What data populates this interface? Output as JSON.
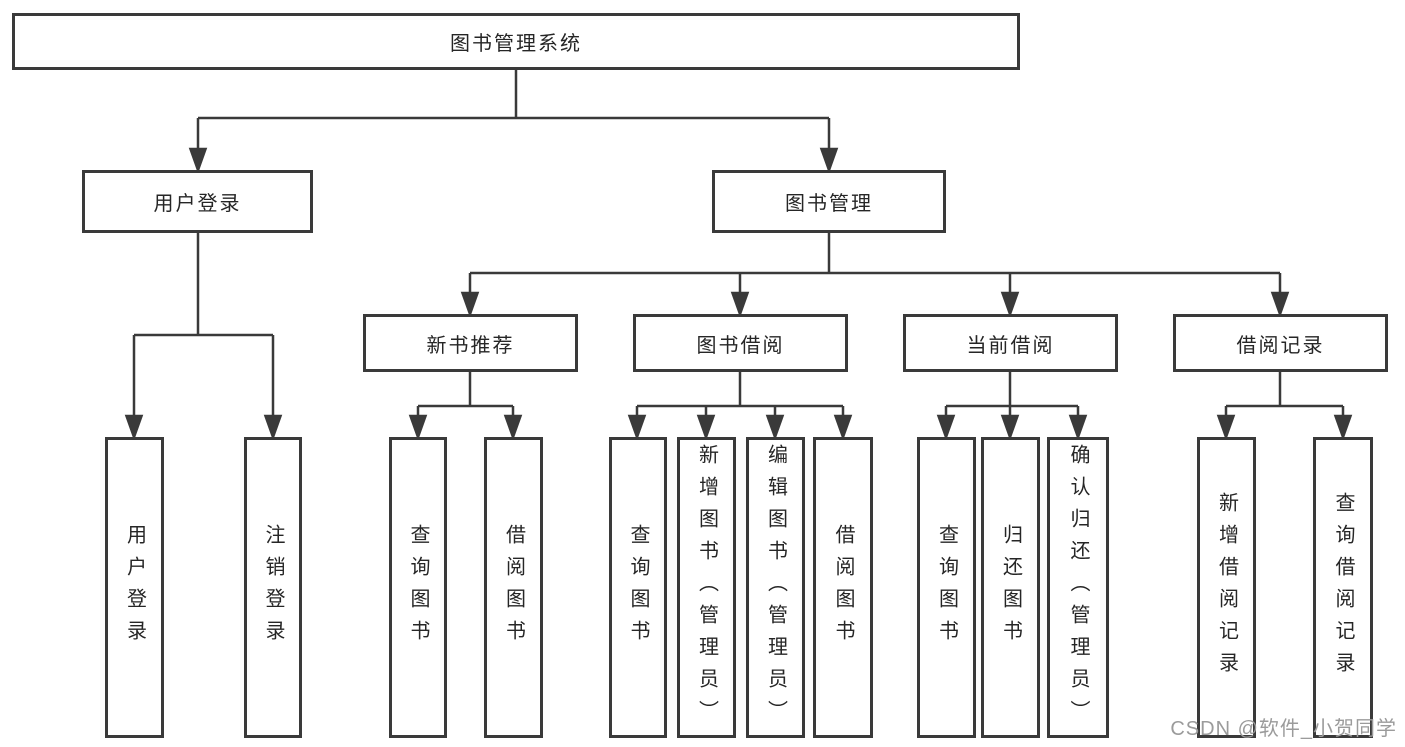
{
  "page": {
    "background_color": "#ffffff",
    "watermark": {
      "text": "CSDN @软件_小贺同学",
      "color": "#9b9b9b"
    }
  },
  "diagram": {
    "type": "tree",
    "line_color": "#3a3a3a",
    "box_border_color": "#3a3a3a",
    "text_color": "#262626",
    "root": {
      "label": "图书管理系统"
    },
    "level2": [
      {
        "id": "user-login",
        "label": "用户登录"
      },
      {
        "id": "book-management",
        "label": "图书管理"
      }
    ],
    "level3": [
      {
        "id": "new-book-recommend",
        "label": "新书推荐",
        "parent": "book-management"
      },
      {
        "id": "book-borrowing",
        "label": "图书借阅",
        "parent": "book-management"
      },
      {
        "id": "current-borrowing",
        "label": "当前借阅",
        "parent": "book-management"
      },
      {
        "id": "borrowing-records",
        "label": "借阅记录",
        "parent": "book-management"
      }
    ],
    "leaves": [
      {
        "id": "user-login-action",
        "label": "用户登录",
        "parent": "user-login"
      },
      {
        "id": "logout-action",
        "label": "注销登录",
        "parent": "user-login"
      },
      {
        "id": "query-books-recommend",
        "label": "查询图书",
        "parent": "new-book-recommend"
      },
      {
        "id": "borrow-books-recommend",
        "label": "借阅图书",
        "parent": "new-book-recommend"
      },
      {
        "id": "query-books-borrowing",
        "label": "查询图书",
        "parent": "book-borrowing"
      },
      {
        "id": "add-book-admin",
        "label": "新增图书（管理员）",
        "parent": "book-borrowing"
      },
      {
        "id": "edit-book-admin",
        "label": "编辑图书（管理员）",
        "parent": "book-borrowing"
      },
      {
        "id": "borrow-books-borrowing",
        "label": "借阅图书",
        "parent": "book-borrowing"
      },
      {
        "id": "query-books-current",
        "label": "查询图书",
        "parent": "current-borrowing"
      },
      {
        "id": "return-books",
        "label": "归还图书",
        "parent": "current-borrowing"
      },
      {
        "id": "confirm-return-admin",
        "label": "确认归还（管理员）",
        "parent": "current-borrowing"
      },
      {
        "id": "add-borrow-record",
        "label": "新增借阅记录",
        "parent": "borrowing-records"
      },
      {
        "id": "query-borrow-record",
        "label": "查询借阅记录",
        "parent": "borrowing-records"
      }
    ]
  }
}
